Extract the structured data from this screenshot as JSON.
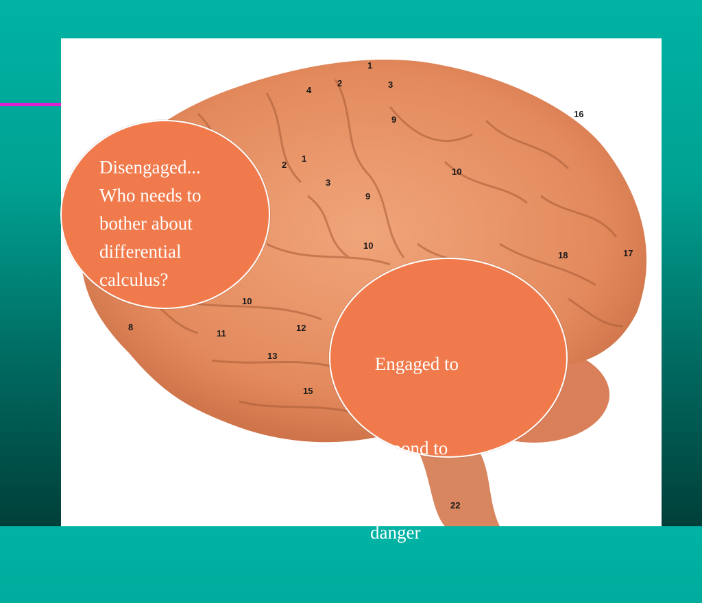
{
  "callouts": {
    "left": {
      "lines": [
        "Disengaged...",
        "Who needs to",
        "bother about",
        "differential",
        "calculus?"
      ]
    },
    "right": {
      "lines": [
        " Engaged to",
        "respond to",
        "danger"
      ]
    }
  },
  "brain_labels": [
    "1",
    "2",
    "3",
    "4",
    "9",
    "16",
    "1",
    "2",
    "3",
    "9",
    "10",
    "10",
    "17",
    "18",
    "10",
    "11",
    "12",
    "13",
    "15",
    "8",
    "22"
  ],
  "colors": {
    "background_top": "#00b3a4",
    "background_bottom": "#003f39",
    "accent_line": "#e020d0",
    "callout_fill": "#f07a4c",
    "brain": "#e8956a"
  }
}
